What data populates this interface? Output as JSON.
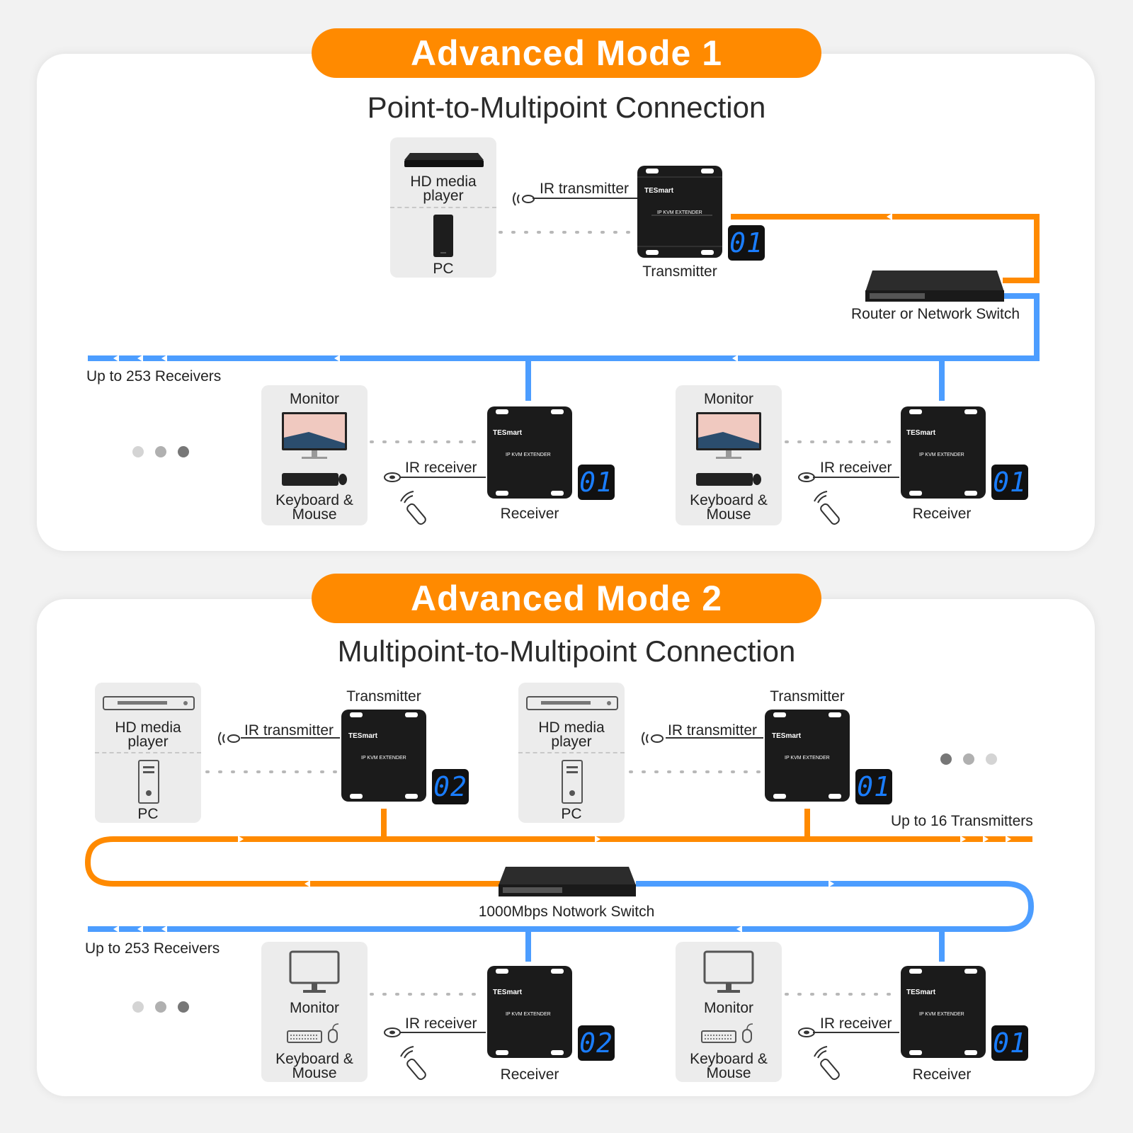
{
  "mode1": {
    "title": "Advanced Mode 1",
    "subtitle": "Point-to-Multipoint Connection",
    "source": {
      "top_label": "HD media\nplayer",
      "bottom_label": "PC"
    },
    "ir_transmitter": "IR transmitter",
    "transmitter_label": "Transmitter",
    "transmitter_display": "01",
    "switch_label": "Router or Network Switch",
    "receivers_note": "Up to 253 Receivers",
    "receivers": [
      {
        "monitor": "Monitor",
        "keyboard": "Keyboard &\nMouse",
        "ir": "IR receiver",
        "label": "Receiver",
        "display": "01"
      },
      {
        "monitor": "Monitor",
        "keyboard": "Keyboard &\nMouse",
        "ir": "IR receiver",
        "label": "Receiver",
        "display": "01"
      }
    ]
  },
  "mode2": {
    "title": "Advanced Mode 2",
    "subtitle": "Multipoint-to-Multipoint Connection",
    "transmitters": [
      {
        "top_label": "HD media\nplayer",
        "bottom_label": "PC",
        "ir": "IR transmitter",
        "label": "Transmitter",
        "display": "02"
      },
      {
        "top_label": "HD media\nplayer",
        "bottom_label": "PC",
        "ir": "IR transmitter",
        "label": "Transmitter",
        "display": "01"
      }
    ],
    "transmitters_note": "Up to 16 Transmitters",
    "switch_label": "1000Mbps Notwork Switch",
    "receivers_note": "Up to 253 Receivers",
    "receivers": [
      {
        "monitor": "Monitor",
        "keyboard": "Keyboard &\nMouse",
        "ir": "IR receiver",
        "label": "Receiver",
        "display": "02"
      },
      {
        "monitor": "Monitor",
        "keyboard": "Keyboard &\nMouse",
        "ir": "IR receiver",
        "label": "Receiver",
        "display": "01"
      }
    ]
  },
  "device_brand": "TESmart",
  "device_model": "IP KVM EXTENDER",
  "colors": {
    "accent_orange": "#ff8a00",
    "line_blue": "#4c9dff",
    "panel_bg": "#ffffff",
    "page_bg": "#f2f2f2",
    "display_digits": "#1a7dff"
  }
}
